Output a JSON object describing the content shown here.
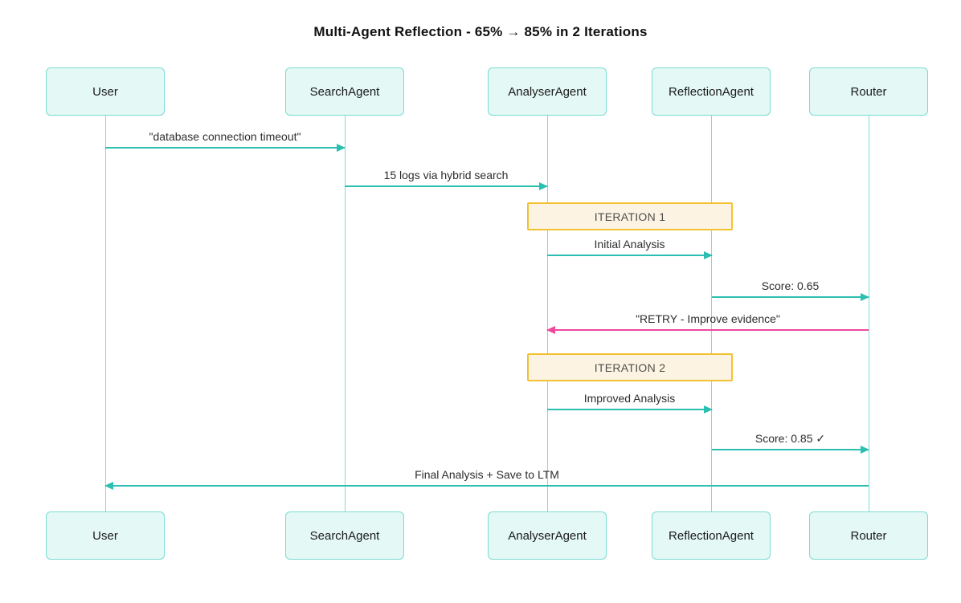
{
  "title": "Multi-Agent Reflection - 65% → 85% in 2 Iterations",
  "actors": [
    {
      "id": "user",
      "label": "User"
    },
    {
      "id": "search-agent",
      "label": "SearchAgent"
    },
    {
      "id": "analyser-agent",
      "label": "AnalyserAgent"
    },
    {
      "id": "reflection-agent",
      "label": "ReflectionAgent"
    },
    {
      "id": "router",
      "label": "Router"
    }
  ],
  "messages": [
    {
      "from": "User",
      "to": "SearchAgent",
      "label": "\"database connection timeout\"",
      "color": "teal"
    },
    {
      "from": "SearchAgent",
      "to": "AnalyserAgent",
      "label": "15 logs via hybrid search",
      "color": "teal"
    },
    {
      "from": "AnalyserAgent",
      "to": "ReflectionAgent",
      "label": "Initial Analysis",
      "color": "teal"
    },
    {
      "from": "ReflectionAgent",
      "to": "Router",
      "label": "Score: 0.65",
      "color": "teal"
    },
    {
      "from": "Router",
      "to": "AnalyserAgent",
      "label": "\"RETRY - Improve evidence\"",
      "color": "pink"
    },
    {
      "from": "AnalyserAgent",
      "to": "ReflectionAgent",
      "label": "Improved Analysis",
      "color": "teal"
    },
    {
      "from": "ReflectionAgent",
      "to": "Router",
      "label": "Score: 0.85 ✓",
      "color": "teal"
    },
    {
      "from": "Router",
      "to": "User",
      "label": "Final Analysis + Save to LTM",
      "color": "teal"
    }
  ],
  "notes": [
    {
      "label": "ITERATION 1",
      "over": "AnalyserAgent, ReflectionAgent"
    },
    {
      "label": "ITERATION 2",
      "over": "AnalyserAgent, ReflectionAgent"
    }
  ],
  "colors": {
    "teal": "#2bbfb1",
    "pink": "#f0479c",
    "lifeline": "#7fded6",
    "actor-fill": "#e4f8f5",
    "actor-border": "#7bdcd3",
    "note-fill": "#fdf3e2",
    "note-border": "#f2c233",
    "text": "#2d2d2d"
  }
}
